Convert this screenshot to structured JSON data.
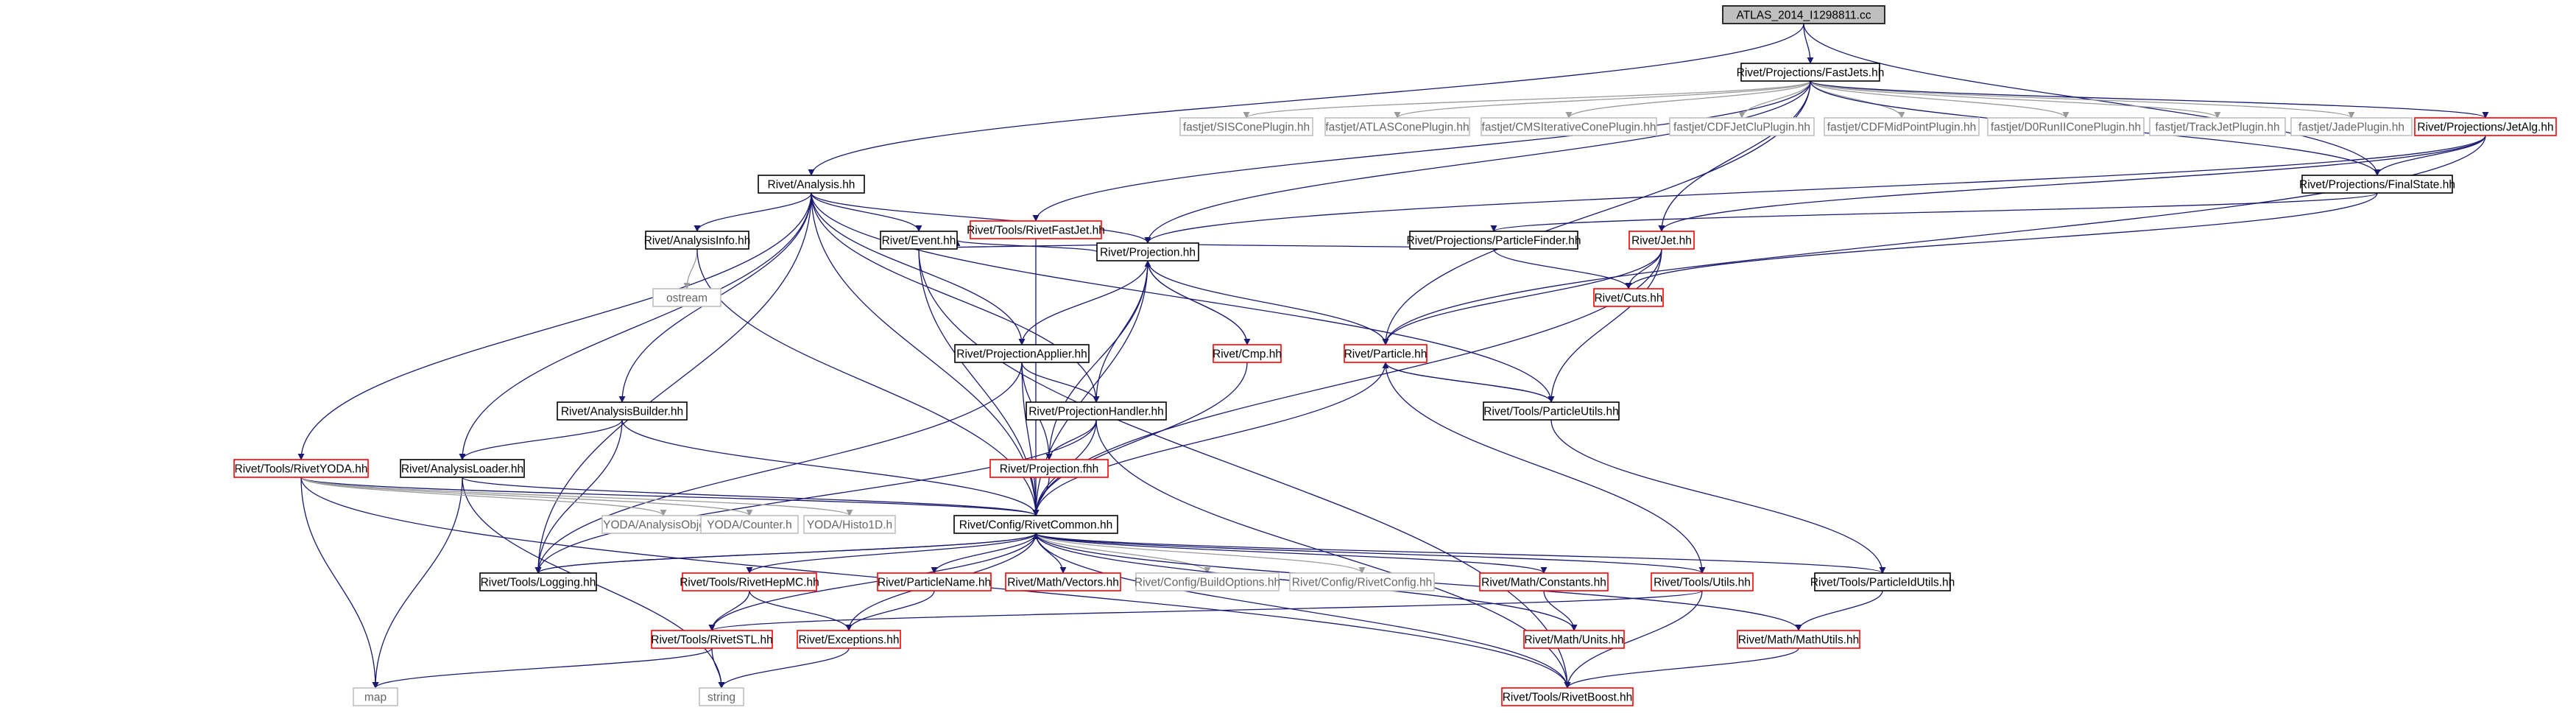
{
  "diagram": {
    "kind": "include-dependency-graph",
    "colors": {
      "root_fill": "#bfbfbf",
      "normal_border": "#000000",
      "warn_border": "#ff0000",
      "ext_border": "#bfbfbf",
      "ext_text": "#666666",
      "edge": "#191970",
      "edge_gray": "#9a9a9a"
    },
    "nodes": {
      "root": "ATLAS_2014_I1298811.cc",
      "fastjets": "Rivet/Projections/FastJets.hh",
      "analysis": "Rivet/Analysis.hh",
      "rivetfastjet": "Rivet/Tools/RivetFastJet.hh",
      "siscone": "fastjet/SISConePlugin.hh",
      "atlascone": "fastjet/ATLASConePlugin.hh",
      "cmsiter": "fastjet/CMSIterativeConePlugin.hh",
      "cdfjetclu": "fastjet/CDFJetCluPlugin.hh",
      "cdfmid": "fastjet/CDFMidPointPlugin.hh",
      "d0run": "fastjet/D0RunIIConePlugin.hh",
      "trackjet": "fastjet/TrackJetPlugin.hh",
      "jade": "fastjet/JadePlugin.hh",
      "jetalg": "Rivet/Projections/JetAlg.hh",
      "finalstate": "Rivet/Projections/FinalState.hh",
      "analysisinfo": "Rivet/AnalysisInfo.hh",
      "event": "Rivet/Event.hh",
      "particlefinder": "Rivet/Projections/ParticleFinder.hh",
      "jet": "Rivet/Jet.hh",
      "ostream": "ostream",
      "cuts": "Rivet/Cuts.hh",
      "projection": "Rivet/Projection.hh",
      "projapplier": "Rivet/ProjectionApplier.hh",
      "cmp": "Rivet/Cmp.hh",
      "particle": "Rivet/Particle.hh",
      "analysisbuilder": "Rivet/AnalysisBuilder.hh",
      "projhandler": "Rivet/ProjectionHandler.hh",
      "particleutils": "Rivet/Tools/ParticleUtils.hh",
      "rivetyoda": "Rivet/Tools/RivetYODA.hh",
      "analysisloader": "Rivet/AnalysisLoader.hh",
      "projectionfhh": "Rivet/Projection.fhh",
      "yodaao": "YODA/AnalysisObject.h",
      "yodacounter": "YODA/Counter.h",
      "yodahisto": "YODA/Histo1D.h",
      "rivetcommon": "Rivet/Config/RivetCommon.hh",
      "logging": "Rivet/Tools/Logging.hh",
      "rivethepmc": "Rivet/Tools/RivetHepMC.hh",
      "particlename": "Rivet/ParticleName.hh",
      "mathvectors": "Rivet/Math/Vectors.hh",
      "buildoptions": "Rivet/Config/BuildOptions.hh",
      "rivetconfig": "Rivet/Config/RivetConfig.hh",
      "mathconstants": "Rivet/Math/Constants.hh",
      "utils": "Rivet/Tools/Utils.hh",
      "particleidutils": "Rivet/Tools/ParticleIdUtils.hh",
      "rivetstl": "Rivet/Tools/RivetSTL.hh",
      "exceptions": "Rivet/Exceptions.hh",
      "mathunits": "Rivet/Math/Units.hh",
      "mathutils": "Rivet/Math/MathUtils.hh",
      "map": "map",
      "string": "string",
      "rivetboost": "Rivet/Tools/RivetBoost.hh"
    }
  }
}
